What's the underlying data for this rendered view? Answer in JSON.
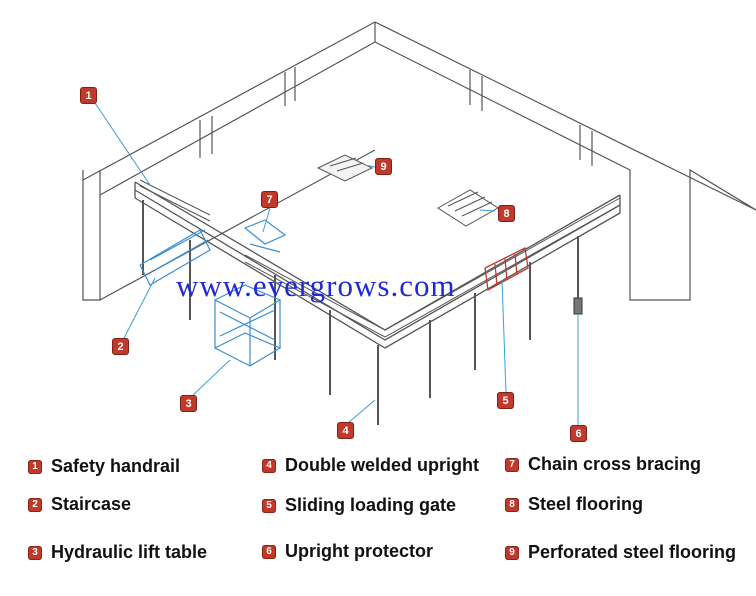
{
  "watermark": "www.evergrows.com",
  "colors": {
    "badge": "#c0392b",
    "line": "#555555",
    "leader": "#3aa0d0",
    "staircase": "#3a8fd0",
    "gate": "#c0392b",
    "watermark": "#1f2ad6"
  },
  "callouts": [
    "1",
    "2",
    "3",
    "4",
    "5",
    "6",
    "7",
    "8",
    "9"
  ],
  "legend": [
    {
      "num": "1",
      "label": "Safety handrail"
    },
    {
      "num": "2",
      "label": "Staircase"
    },
    {
      "num": "3",
      "label": "Hydraulic lift table"
    },
    {
      "num": "4",
      "label": "Double welded upright"
    },
    {
      "num": "5",
      "label": "Sliding loading gate"
    },
    {
      "num": "6",
      "label": "Upright protector"
    },
    {
      "num": "7",
      "label": "Chain cross bracing"
    },
    {
      "num": "8",
      "label": "Steel flooring"
    },
    {
      "num": "9",
      "label": "Perforated steel flooring"
    }
  ]
}
